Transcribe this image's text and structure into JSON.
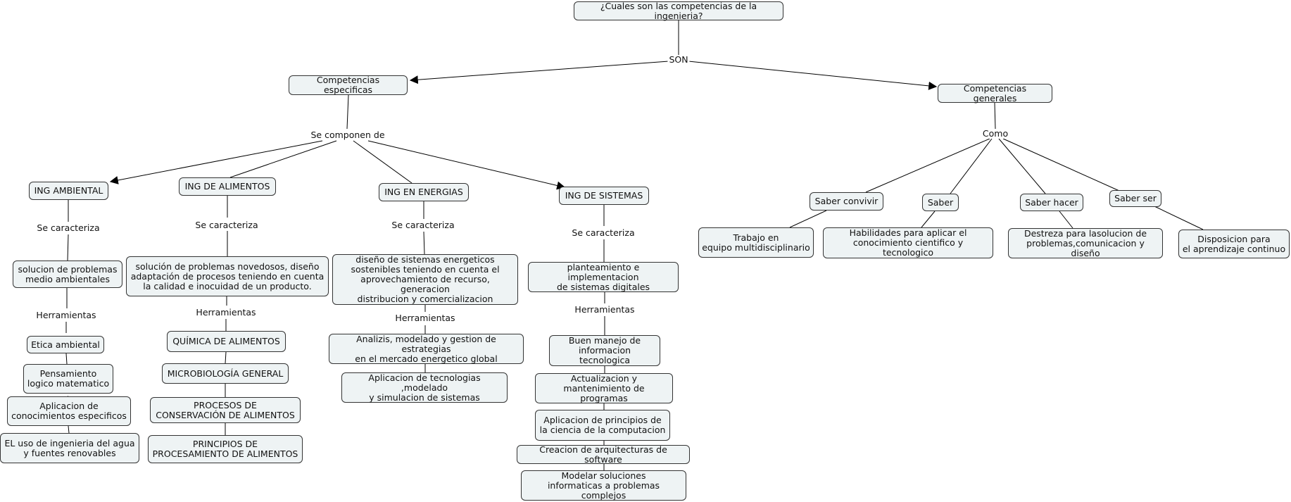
{
  "diagram": {
    "root": "¿Cuales son las competencias de la ingenieria?",
    "link_son": "SON",
    "especificas": "Competencias especificas",
    "generales": "Competencias generales",
    "link_se_componen": "Se componen de",
    "link_como": "Como",
    "ambiental": {
      "title": "ING AMBIENTAL",
      "link_caracteriza": "Se caracteriza",
      "desc": "solucion de problemas\nmedio ambientales",
      "link_herramientas": "Herramientas",
      "tools": [
        "Etica ambiental",
        "Pensamiento\nlogico matematico",
        "Aplicacion de\nconocimientos especificos",
        "EL uso de ingenieria del agua\ny fuentes renovables"
      ]
    },
    "alimentos": {
      "title": "ING DE ALIMENTOS",
      "link_caracteriza": "Se caracteriza",
      "desc": "solución de problemas novedosos, diseño\nadaptación de procesos teniendo en cuenta\nla calidad e inocuidad de un producto.",
      "link_herramientas": "Herramientas",
      "tools": [
        "QUÍMICA DE ALIMENTOS",
        "MICROBIOLOGÍA GENERAL",
        "PROCESOS DE\nCONSERVACIÓN DE ALIMENTOS",
        "PRINCIPIOS DE\nPROCESAMIENTO DE ALIMENTOS"
      ]
    },
    "energias": {
      "title": "ING EN ENERGIAS",
      "link_caracteriza": "Se caracteriza",
      "desc": "diseño de sistemas energeticos\nsostenibles teniendo en cuenta el\naprovechamiento de recurso, generacion\ndistribucion y comercializacion",
      "link_herramientas": "Herramientas",
      "tools": [
        "Analizis, modelado y gestion de estrategias\nen el mercado energetico global",
        "Aplicacion de tecnologias ,modelado\ny simulacion de sistemas"
      ]
    },
    "sistemas": {
      "title": "ING DE SISTEMAS",
      "link_caracteriza": "Se caracteriza",
      "desc": "planteamiento e implementacion\nde sistemas digitales",
      "link_herramientas": "Herramientas",
      "tools": [
        "Buen manejo de\ninformacion tecnologica",
        "Actualizacion y\nmantenimiento de programas",
        "Aplicacion de principios de\nla ciencia de la computacion",
        "Creacion de arquitecturas de software",
        "Modelar soluciones\ninformaticas a problemas complejos"
      ]
    },
    "saberes": [
      {
        "title": "Saber convivir",
        "desc": "Trabajo en\nequipo multidisciplinario"
      },
      {
        "title": "Saber",
        "desc": "Habilidades para aplicar el\nconocimiento cientifico y tecnologico"
      },
      {
        "title": "Saber hacer",
        "desc": "Destreza para lasolucion de\nproblemas,comunicacion y diseño"
      },
      {
        "title": "Saber ser",
        "desc": "Disposicion para\nel aprendizaje continuo"
      }
    ]
  }
}
